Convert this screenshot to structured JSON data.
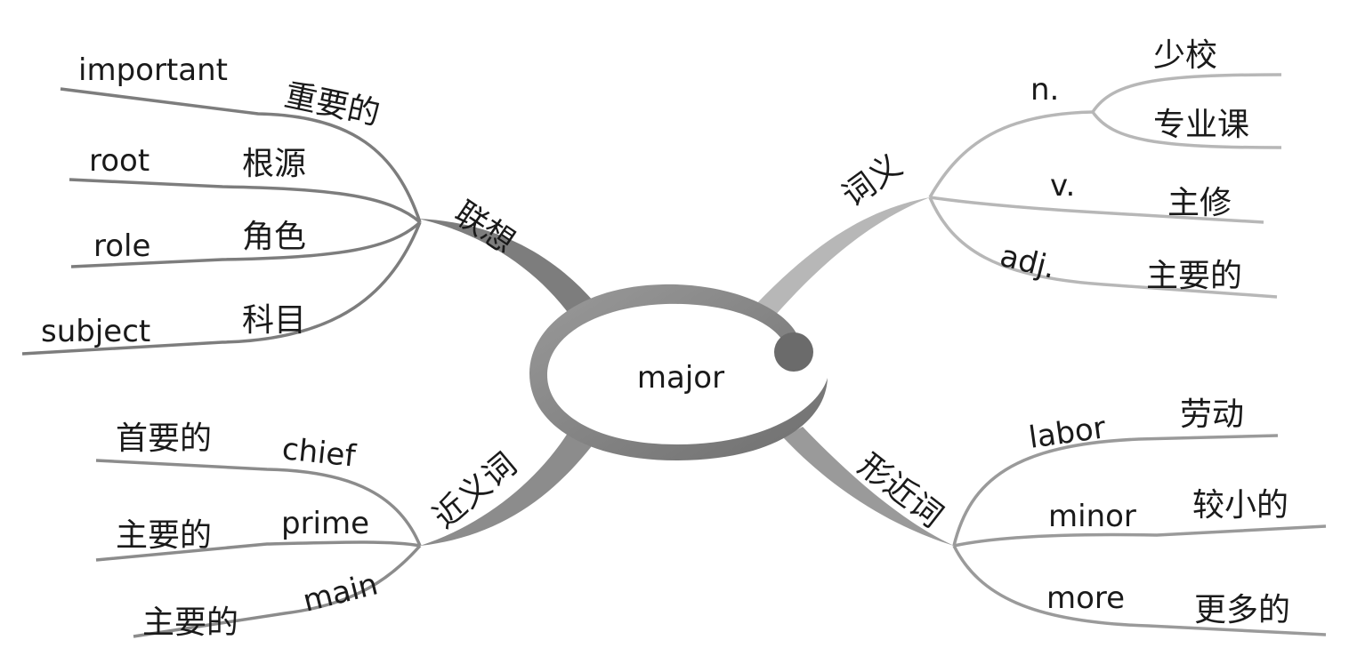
{
  "center": {
    "word": "major"
  },
  "branches": {
    "association": {
      "label": "联想",
      "color": "#7d7d7d",
      "items": [
        {
          "en": "important",
          "zh": "重要的"
        },
        {
          "en": "root",
          "zh": "根源"
        },
        {
          "en": "role",
          "zh": "角色"
        },
        {
          "en": "subject",
          "zh": "科目"
        }
      ]
    },
    "meaning": {
      "label": "词义",
      "color": "#b7b7b7",
      "groups": [
        {
          "pos": "n.",
          "meanings": [
            "少校",
            "专业课"
          ]
        },
        {
          "pos": "v.",
          "meanings": [
            "主修"
          ]
        },
        {
          "pos": "adj.",
          "meanings": [
            "主要的"
          ]
        }
      ]
    },
    "synonyms": {
      "label": "近义词",
      "color": "#8c8c8c",
      "items": [
        {
          "zh": "首要的",
          "en": "chief"
        },
        {
          "zh": "主要的",
          "en": "prime"
        },
        {
          "zh": "主要的",
          "en": "main"
        }
      ]
    },
    "similar_forms": {
      "label": "形近词",
      "color": "#9a9a9a",
      "items": [
        {
          "en": "labor",
          "zh": "劳动"
        },
        {
          "en": "minor",
          "zh": "较小的"
        },
        {
          "en": "more",
          "zh": "更多的"
        }
      ]
    }
  }
}
